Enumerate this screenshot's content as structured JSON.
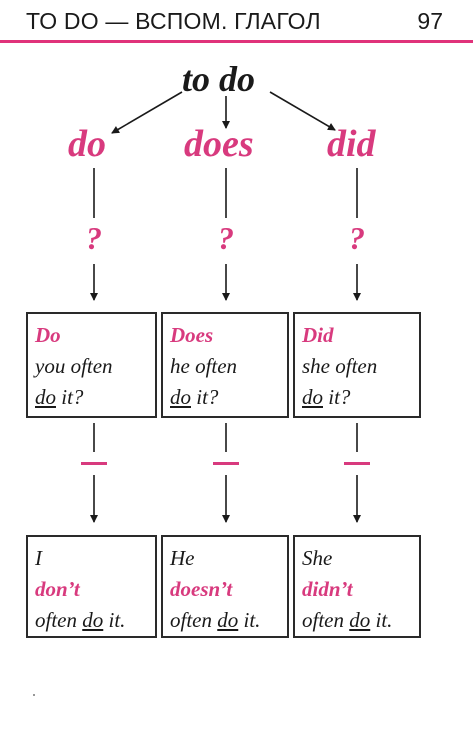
{
  "header": {
    "title": "ТО DO — ВСПОМ. ГЛАГОЛ",
    "page_number": "97"
  },
  "colors": {
    "accent": "#d83a7e",
    "rule": "#e0327a",
    "text": "#1a1a1a"
  },
  "diagram": {
    "root": "to do",
    "branches": [
      {
        "word": "do",
        "question_mark": "?",
        "negative_mark": "—",
        "question": {
          "aux": "Do",
          "middle": "you often",
          "verb": "do",
          "end": " it?"
        },
        "negative": {
          "subject": "I",
          "aux": "don’t",
          "pre": "often ",
          "verb": "do",
          "end": " it."
        }
      },
      {
        "word": "does",
        "question_mark": "?",
        "negative_mark": "—",
        "question": {
          "aux": "Does",
          "middle": "he often",
          "verb": "do",
          "end": " it?"
        },
        "negative": {
          "subject": "He",
          "aux": "doesn’t",
          "pre": "often ",
          "verb": "do",
          "end": " it."
        }
      },
      {
        "word": "did",
        "question_mark": "?",
        "negative_mark": "—",
        "question": {
          "aux": "Did",
          "middle": "she often",
          "verb": "do",
          "end": " it?"
        },
        "negative": {
          "subject": "She",
          "aux": "didn’t",
          "pre": "often ",
          "verb": "do",
          "end": " it."
        }
      }
    ]
  }
}
